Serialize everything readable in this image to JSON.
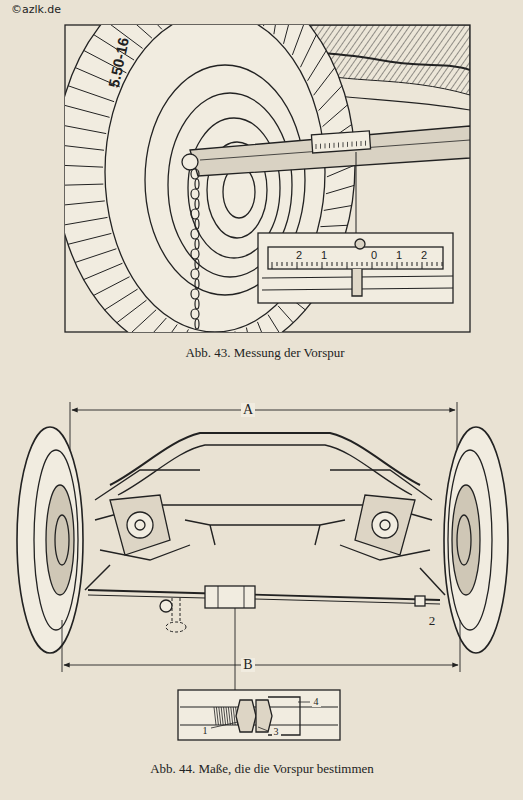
{
  "diagram": {
    "labels": [
      "©azlk.de",
      "5.50-16",
      "2",
      "1",
      "0",
      "1",
      "2",
      "Abb. 43. Messung der Vorspur",
      "A",
      "2",
      "B",
      "4",
      "1",
      "3",
      "Abb. 44. Maße, die die Vorspur bestimmen"
    ]
  }
}
